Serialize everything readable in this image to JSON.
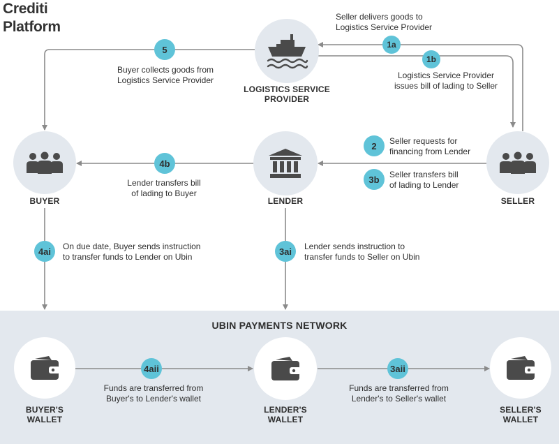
{
  "title": [
    "Crediti",
    "Platform"
  ],
  "colors": {
    "node_fill": "#e3e8ee",
    "badge": "#5fc3d8",
    "arrow": "#8a8a8a",
    "icon": "#4a4a4a",
    "network_band": "#e3e8ee"
  },
  "nodes": {
    "logistics": {
      "label": [
        "LOGISTICS SERVICE",
        "PROVIDER"
      ],
      "icon": "ship-icon"
    },
    "buyer": {
      "label": [
        "BUYER"
      ],
      "icon": "people-icon"
    },
    "lender": {
      "label": [
        "LENDER"
      ],
      "icon": "bank-icon"
    },
    "seller": {
      "label": [
        "SELLER"
      ],
      "icon": "people-icon"
    }
  },
  "network": {
    "title": "UBIN PAYMENTS NETWORK",
    "wallets": {
      "buyer": {
        "label": [
          "BUYER'S",
          "WALLET"
        ],
        "icon": "wallet-icon"
      },
      "lender": {
        "label": [
          "LENDER'S",
          "WALLET"
        ],
        "icon": "wallet-icon"
      },
      "seller": {
        "label": [
          "SELLER'S",
          "WALLET"
        ],
        "icon": "wallet-icon"
      }
    }
  },
  "steps": {
    "s1a": {
      "badge": "1a",
      "text": [
        "Seller delivers goods to",
        "Logistics Service Provider"
      ]
    },
    "s1b": {
      "badge": "1b",
      "text": [
        "Logistics Service Provider",
        "issues bill of lading to Seller"
      ]
    },
    "s2": {
      "badge": "2",
      "text": [
        "Seller requests for",
        "financing from Lender"
      ]
    },
    "s3b": {
      "badge": "3b",
      "text": [
        "Seller transfers bill",
        "of lading to Lender"
      ]
    },
    "s4b": {
      "badge": "4b",
      "text": [
        "Lender transfers bill",
        "of lading to Buyer"
      ]
    },
    "s5": {
      "badge": "5",
      "text": [
        "Buyer collects goods from",
        "Logistics Service Provider"
      ]
    },
    "s4ai": {
      "badge": "4ai",
      "text": [
        "On due date, Buyer sends instruction",
        "to transfer funds to Lender on Ubin"
      ]
    },
    "s3ai": {
      "badge": "3ai",
      "text": [
        "Lender sends instruction to",
        "transfer funds to Seller on Ubin"
      ]
    },
    "s4aii": {
      "badge": "4aii",
      "text": [
        "Funds are transferred from",
        "Buyer's to Lender's wallet"
      ]
    },
    "s3aii": {
      "badge": "3aii",
      "text": [
        "Funds are transferred from",
        "Lender's to Seller's wallet"
      ]
    }
  }
}
